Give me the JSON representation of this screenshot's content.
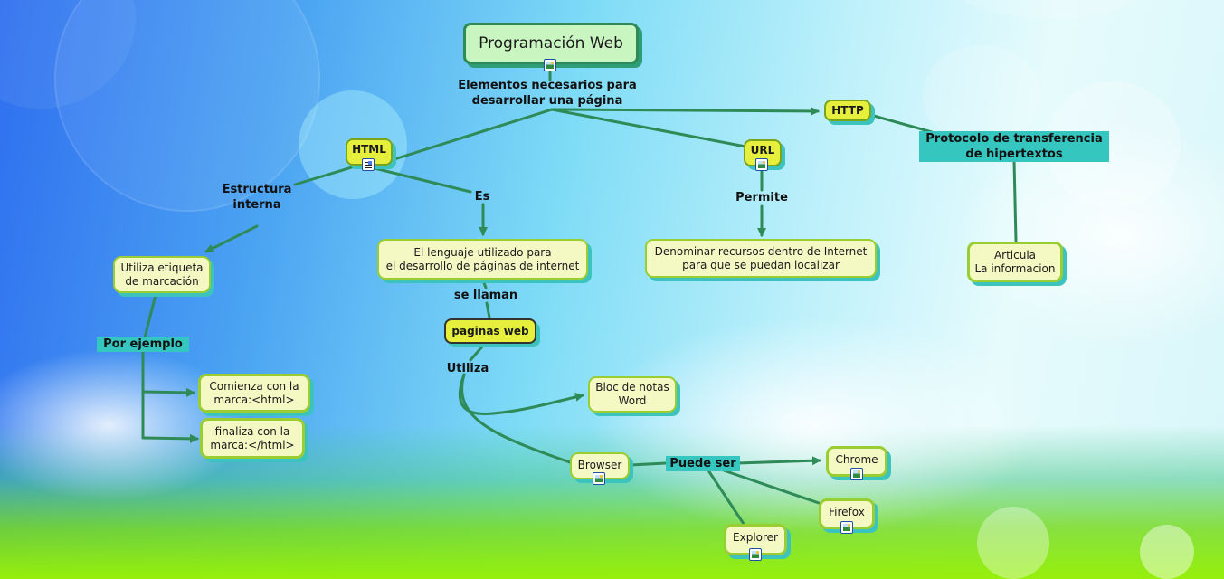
{
  "title": "Programación Web",
  "colors": {
    "link": "#2e8b57",
    "concept_fill": "#f4f9c4",
    "concept_border": "#9acd32",
    "key_fill": "#e6f03c",
    "shadow": "#3cc3bd",
    "teal_label": "#35c6c0"
  },
  "nodes": {
    "root": "Programación Web",
    "html": "HTML",
    "url": "URL",
    "http": "HTTP",
    "lenguaje": [
      "El lenguaje utilizado para",
      "el desarrollo de páginas de internet"
    ],
    "denominar": [
      "Denominar recursos dentro de Internet",
      "para que se puedan localizar"
    ],
    "articula": [
      "Articula",
      "La informacion"
    ],
    "etiqueta": [
      "Utiliza etiqueta",
      "de marcación"
    ],
    "paginas_web": "paginas web",
    "comienza": [
      "Comienza con la",
      "marca:<html>"
    ],
    "finaliza": [
      "finaliza con la",
      "marca:</html>"
    ],
    "bloc": [
      "Bloc de notas",
      "Word"
    ],
    "browser": "Browser",
    "chrome": "Chrome",
    "firefox": "Firefox",
    "explorer": "Explorer"
  },
  "links": {
    "elementos": [
      "Elementos necesarios para",
      "desarrollar una página"
    ],
    "estructura": [
      "Estructura",
      "interna"
    ],
    "es": "Es",
    "permite": "Permite",
    "protocolo": [
      "Protocolo de transferencia",
      "de hipertextos"
    ],
    "se_llaman": "se llaman",
    "utiliza": "Utiliza",
    "por_ejemplo": "Por ejemplo",
    "puede_ser": "Puede ser"
  },
  "icons": {
    "image": "image-attachment-icon",
    "document": "document-attachment-icon"
  }
}
